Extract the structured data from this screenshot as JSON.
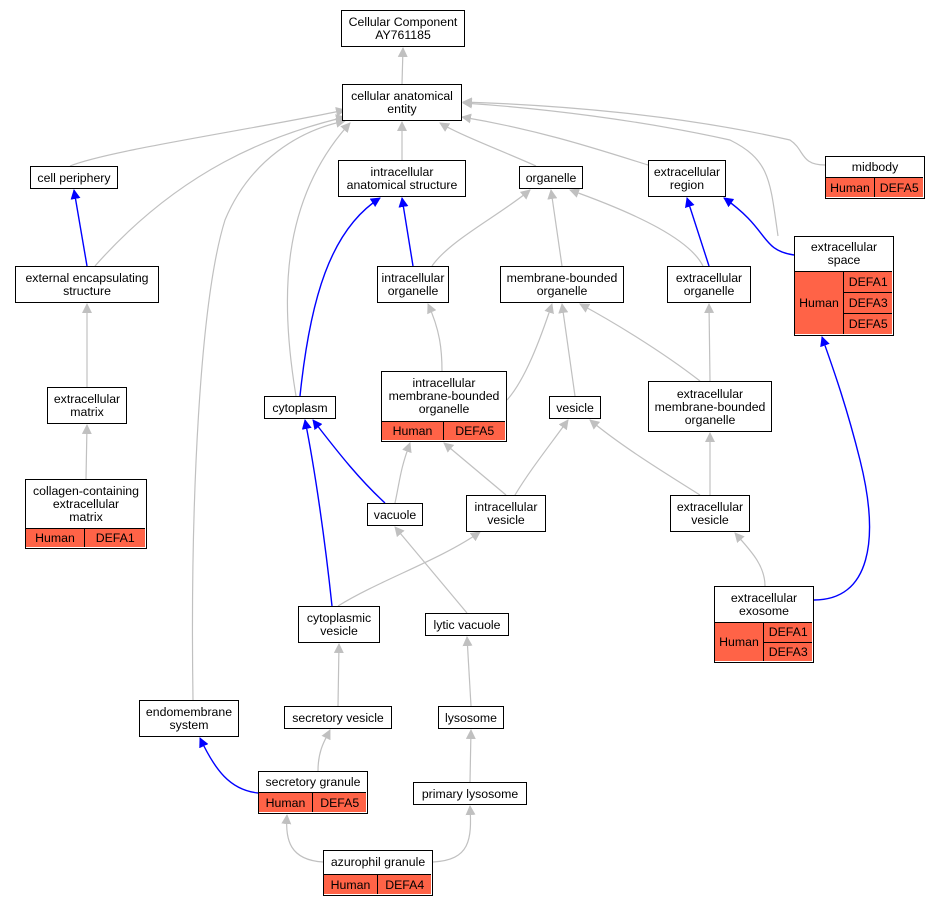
{
  "colors": {
    "edge_grey": "#c0c0c0",
    "edge_blue": "#0000ff",
    "annotation_fill": "#ff6347"
  },
  "nodes": {
    "cc": {
      "label": "Cellular Component\nAY761185"
    },
    "cae": {
      "label": "cellular anatomical\nentity"
    },
    "cp": {
      "label": "cell periphery"
    },
    "ias": {
      "label": "intracellular\nanatomical structure"
    },
    "org": {
      "label": "organelle"
    },
    "er": {
      "label": "extracellular\nregion"
    },
    "mid": {
      "label": "midbody",
      "species": "Human",
      "genes": [
        "DEFA5"
      ]
    },
    "ees": {
      "label": "external encapsulating\nstructure"
    },
    "es": {
      "label": "extracellular\nspace",
      "species": "Human",
      "genes": [
        "DEFA1",
        "DEFA3",
        "DEFA5"
      ]
    },
    "io": {
      "label": "intracellular\norganelle"
    },
    "mbo": {
      "label": "membrane-bounded\norganelle"
    },
    "eo": {
      "label": "extracellular\norganelle"
    },
    "em": {
      "label": "extracellular\nmatrix"
    },
    "cy": {
      "label": "cytoplasm"
    },
    "imbo": {
      "label": "intracellular\nmembrane-bounded\norganelle",
      "species": "Human",
      "genes": [
        "DEFA5"
      ]
    },
    "ves": {
      "label": "vesicle"
    },
    "embo": {
      "label": "extracellular\nmembrane-bounded\norganelle"
    },
    "ccem": {
      "label": "collagen-containing\nextracellular\nmatrix",
      "species": "Human",
      "genes": [
        "DEFA1"
      ]
    },
    "vac": {
      "label": "vacuole"
    },
    "iv": {
      "label": "intracellular\nvesicle"
    },
    "ev": {
      "label": "extracellular\nvesicle"
    },
    "exo": {
      "label": "extracellular\nexosome",
      "species": "Human",
      "genes": [
        "DEFA1",
        "DEFA3"
      ]
    },
    "cv": {
      "label": "cytoplasmic\nvesicle"
    },
    "lv": {
      "label": "lytic vacuole"
    },
    "ems": {
      "label": "endomembrane\nsystem"
    },
    "sv": {
      "label": "secretory vesicle"
    },
    "lys": {
      "label": "lysosome"
    },
    "sg": {
      "label": "secretory granule",
      "species": "Human",
      "genes": [
        "DEFA5"
      ]
    },
    "pl": {
      "label": "primary lysosome"
    },
    "ag": {
      "label": "azurophil granule",
      "species": "Human",
      "genes": [
        "DEFA4"
      ]
    }
  },
  "edges": [
    {
      "from": "cae",
      "to": "cc",
      "kind": "grey"
    },
    {
      "from": "cp",
      "to": "cae",
      "kind": "grey"
    },
    {
      "from": "ias",
      "to": "cae",
      "kind": "grey"
    },
    {
      "from": "org",
      "to": "cae",
      "kind": "grey"
    },
    {
      "from": "er",
      "to": "cae",
      "kind": "grey"
    },
    {
      "from": "mid",
      "to": "cae",
      "kind": "grey"
    },
    {
      "from": "ees",
      "to": "cae",
      "kind": "grey"
    },
    {
      "from": "es",
      "to": "cae",
      "kind": "grey"
    },
    {
      "from": "cy",
      "to": "cae",
      "kind": "grey"
    },
    {
      "from": "ems",
      "to": "cae",
      "kind": "grey"
    },
    {
      "from": "ees",
      "to": "cp",
      "kind": "blue"
    },
    {
      "from": "io",
      "to": "ias",
      "kind": "blue"
    },
    {
      "from": "cy",
      "to": "ias",
      "kind": "blue"
    },
    {
      "from": "io",
      "to": "org",
      "kind": "grey"
    },
    {
      "from": "mbo",
      "to": "org",
      "kind": "grey"
    },
    {
      "from": "eo",
      "to": "org",
      "kind": "grey"
    },
    {
      "from": "eo",
      "to": "er",
      "kind": "blue"
    },
    {
      "from": "es",
      "to": "er",
      "kind": "blue"
    },
    {
      "from": "em",
      "to": "ees",
      "kind": "grey"
    },
    {
      "from": "ccem",
      "to": "em",
      "kind": "grey"
    },
    {
      "from": "imbo",
      "to": "io",
      "kind": "grey"
    },
    {
      "from": "imbo",
      "to": "mbo",
      "kind": "grey"
    },
    {
      "from": "ves",
      "to": "mbo",
      "kind": "grey"
    },
    {
      "from": "embo",
      "to": "mbo",
      "kind": "grey"
    },
    {
      "from": "embo",
      "to": "eo",
      "kind": "grey"
    },
    {
      "from": "vac",
      "to": "cy",
      "kind": "blue"
    },
    {
      "from": "cv",
      "to": "cy",
      "kind": "blue"
    },
    {
      "from": "vac",
      "to": "imbo",
      "kind": "grey"
    },
    {
      "from": "iv",
      "to": "imbo",
      "kind": "grey"
    },
    {
      "from": "iv",
      "to": "ves",
      "kind": "grey"
    },
    {
      "from": "ev",
      "to": "ves",
      "kind": "grey"
    },
    {
      "from": "ev",
      "to": "embo",
      "kind": "grey"
    },
    {
      "from": "exo",
      "to": "ev",
      "kind": "grey"
    },
    {
      "from": "exo",
      "to": "es",
      "kind": "blue"
    },
    {
      "from": "cv",
      "to": "iv",
      "kind": "grey"
    },
    {
      "from": "lv",
      "to": "vac",
      "kind": "grey"
    },
    {
      "from": "sv",
      "to": "cv",
      "kind": "grey"
    },
    {
      "from": "lys",
      "to": "lv",
      "kind": "grey"
    },
    {
      "from": "sg",
      "to": "sv",
      "kind": "grey"
    },
    {
      "from": "sg",
      "to": "ems",
      "kind": "blue"
    },
    {
      "from": "pl",
      "to": "lys",
      "kind": "grey"
    },
    {
      "from": "ag",
      "to": "sg",
      "kind": "grey"
    },
    {
      "from": "ag",
      "to": "pl",
      "kind": "grey"
    }
  ]
}
